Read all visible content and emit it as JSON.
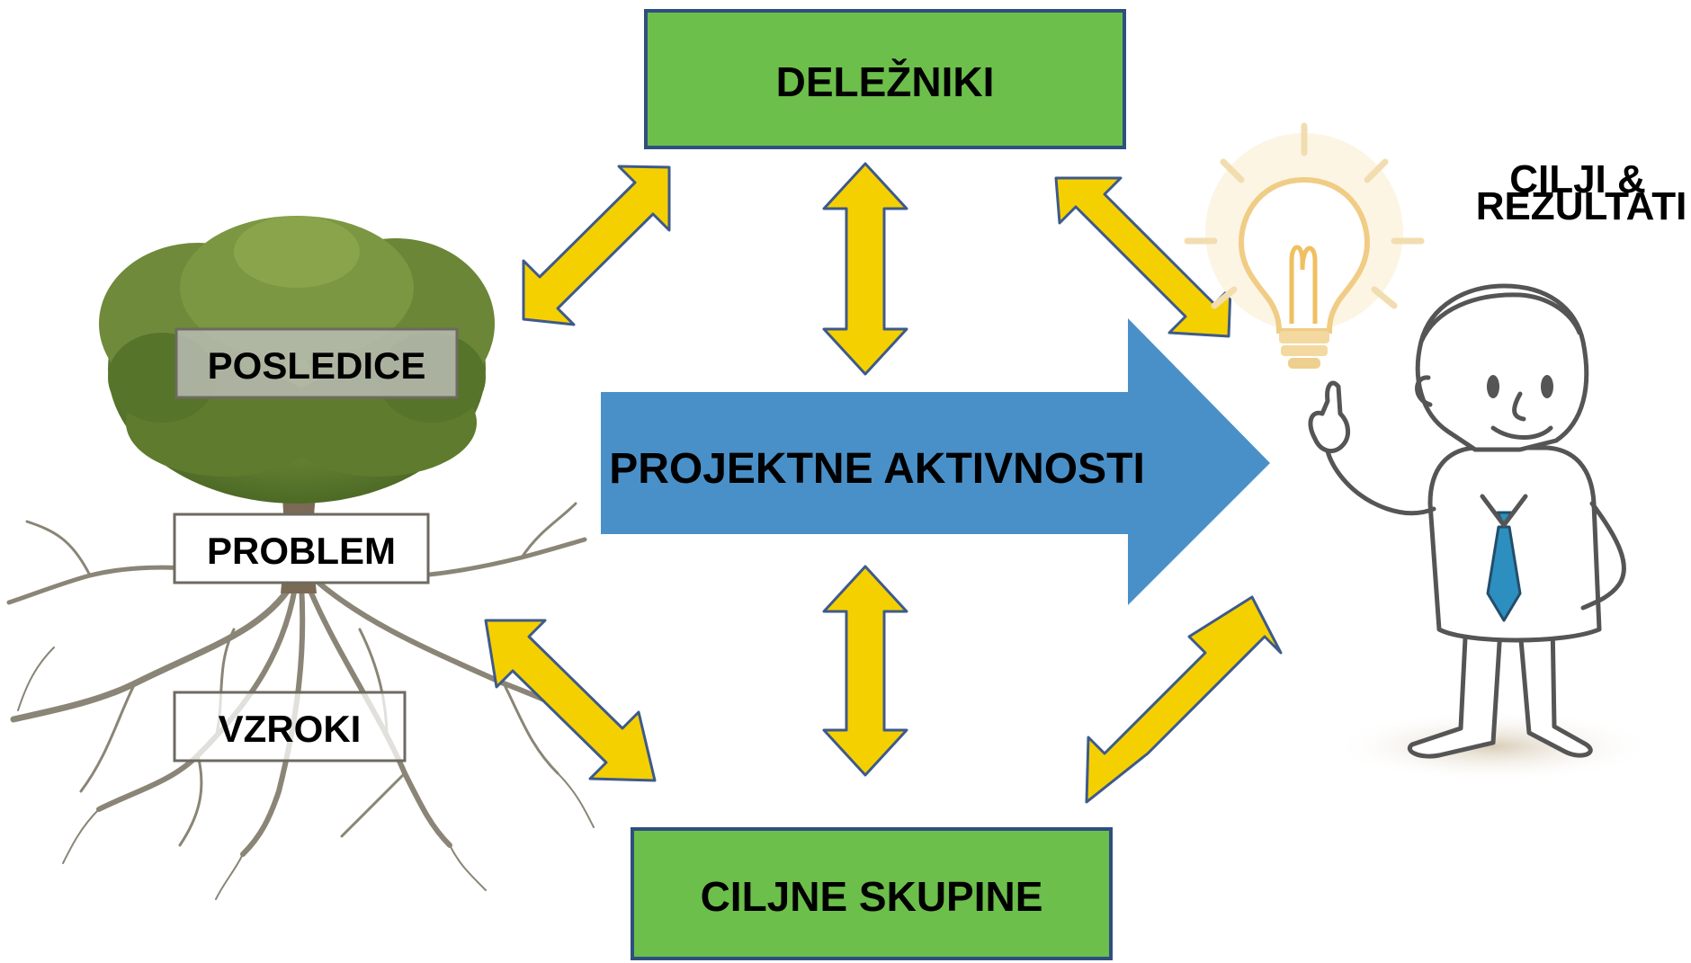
{
  "diagram": {
    "stakeholders_label": "DELEŽNIKI",
    "target_groups_label": "CILJNE SKUPINE",
    "activities_label": "PROJEKTNE AKTIVNOSTI",
    "goals_label_line1": "CILJI &",
    "goals_label_line2": "REZULTATI",
    "tree": {
      "consequences_label": "POSLEDICE",
      "problem_label": "PROBLEM",
      "causes_label": "VZROKI"
    }
  },
  "colors": {
    "green_box": "#6dbf4b",
    "box_border": "#2e4f7f",
    "main_arrow": "#4a90c8",
    "connector_arrow": "#f5d000",
    "connector_border": "#3e5a8a",
    "foliage": "#6f8a3a",
    "roots": "#8a8576",
    "bulb_glow": "#f4d9a0",
    "tie": "#2c8fc0"
  },
  "icons": {
    "tree": "tree-illustration",
    "lightbulb": "lightbulb-icon",
    "person": "businessman-illustration"
  }
}
